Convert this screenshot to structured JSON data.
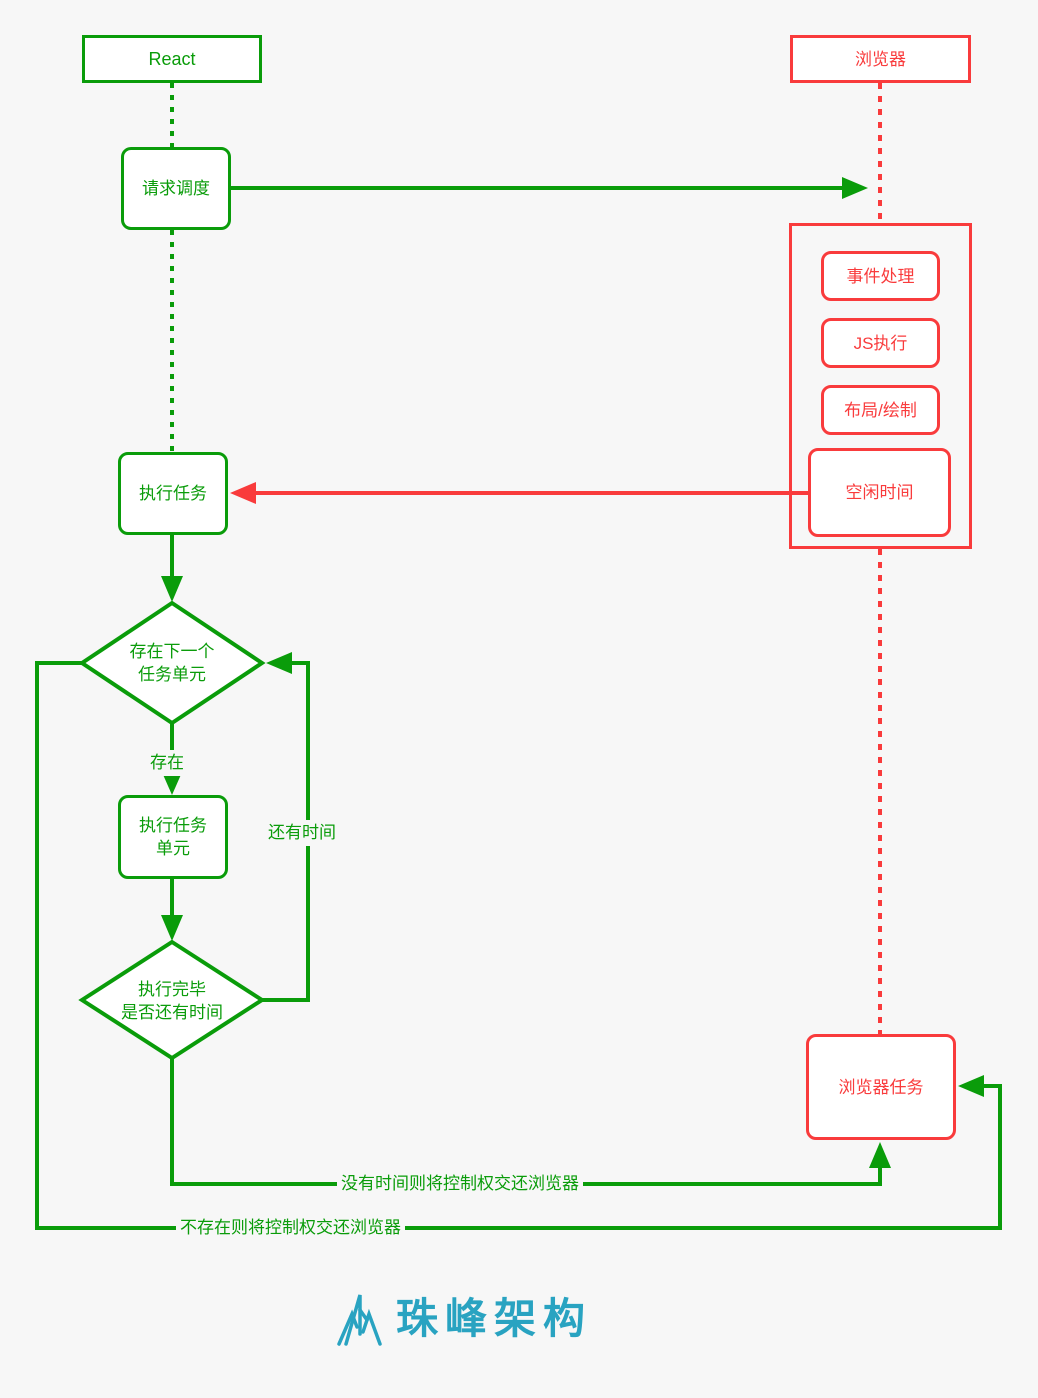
{
  "nodes": {
    "react": "React",
    "browser": "浏览器",
    "request_schedule": "请求调度",
    "event_handling": "事件处理",
    "js_execution": "JS执行",
    "layout_paint": "布局/绘制",
    "idle_time": "空闲时间",
    "execute_task": "执行任务",
    "has_next_unit": "存在下一个\n任务单元",
    "execute_task_unit": "执行任务\n单元",
    "finished_has_time": "执行完毕\n是否还有时间",
    "browser_task": "浏览器任务"
  },
  "edge_labels": {
    "exists": "存在",
    "has_time": "还有时间",
    "no_time": "没有时间则将控制权交还浏览器",
    "not_exists": "不存在则将控制权交还浏览器"
  },
  "logo": {
    "text": "珠峰架构"
  },
  "colors": {
    "green": "#0a9c0a",
    "red": "#f93b3c",
    "logo_teal": "#29a3c1",
    "background": "#f7f7f7"
  }
}
